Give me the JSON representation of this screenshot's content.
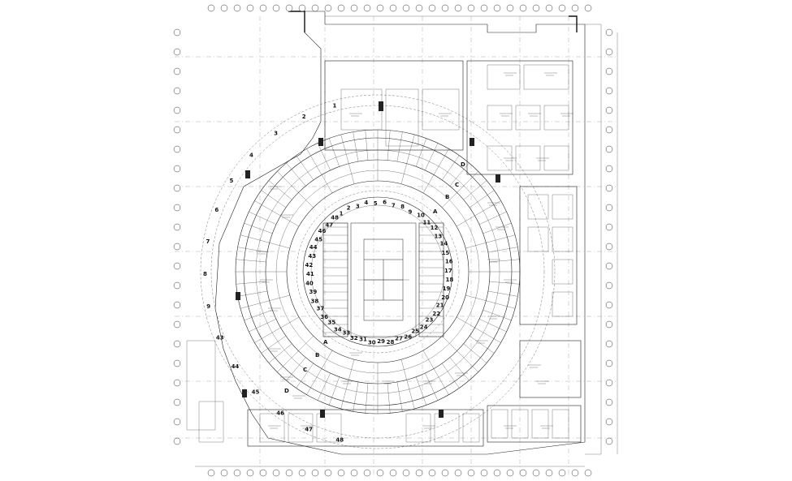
{
  "drawing": {
    "type": "architectural floor plan",
    "subject": "tennis center arena",
    "wall_color": "#222222",
    "line_color": "#333333"
  },
  "seat_section_numbers": [
    "1",
    "2",
    "3",
    "4",
    "5",
    "6",
    "7",
    "8",
    "9",
    "10",
    "11",
    "12",
    "13",
    "14",
    "15",
    "16",
    "17",
    "18",
    "19",
    "20",
    "21",
    "22",
    "23",
    "24",
    "25",
    "26",
    "27",
    "28",
    "29",
    "30",
    "31",
    "32",
    "33",
    "34",
    "35",
    "36",
    "37",
    "38",
    "39",
    "40",
    "41",
    "42",
    "43",
    "44",
    "45",
    "46",
    "47",
    "48"
  ],
  "ring_letters": [
    "A",
    "B",
    "C",
    "D",
    "A",
    "B",
    "C",
    "D"
  ],
  "outer_gate_numbers": [
    "1",
    "2",
    "3",
    "4",
    "5",
    "6",
    "7",
    "8",
    "9",
    "43",
    "44",
    "45",
    "46",
    "47",
    "48"
  ]
}
